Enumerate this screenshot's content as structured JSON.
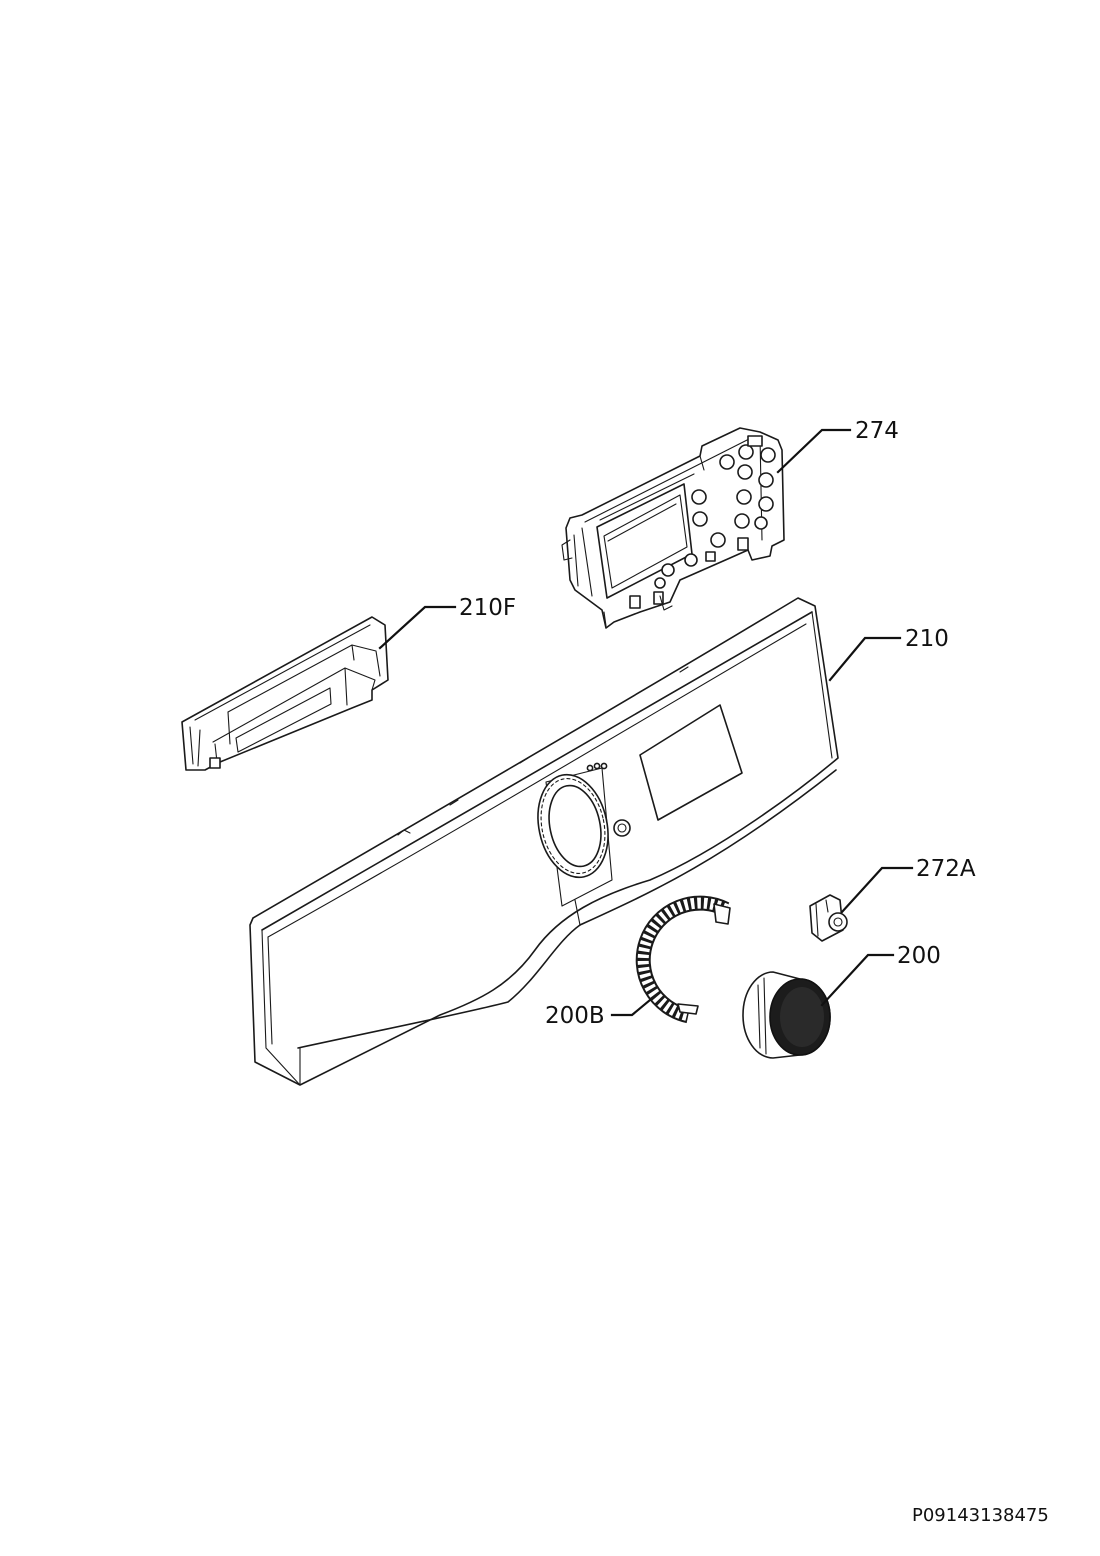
{
  "callouts": {
    "p274": "274",
    "p210F": "210F",
    "p210": "210",
    "p272A": "272A",
    "p200": "200",
    "p200B": "200B"
  },
  "document_code": "P09143138475"
}
